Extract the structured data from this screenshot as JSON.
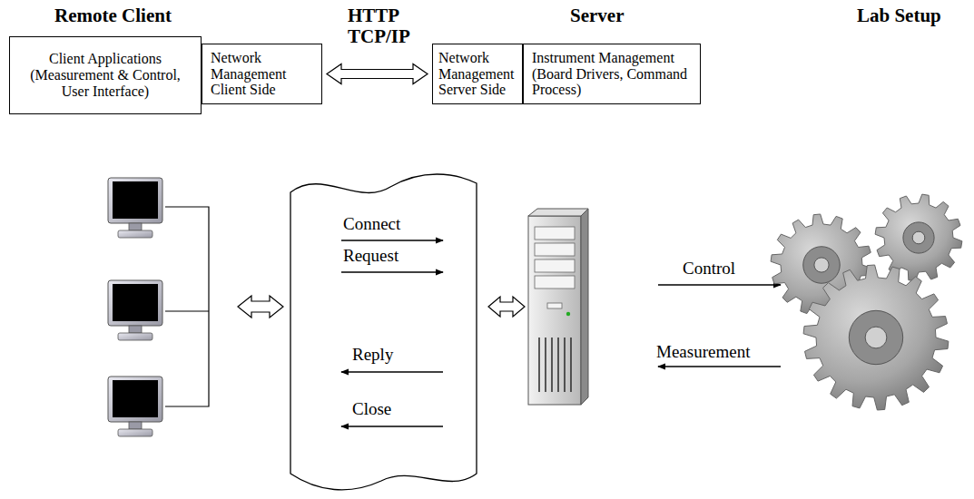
{
  "diagram": {
    "nodes": [
      {
        "text": [
          "Client Applications (Measurement & Control, User Interface)"
        ]
      },
      {
        "text": [
          "Network Management Client Side"
        ]
      },
      {
        "text": [
          "Network Management Server Side"
        ]
      },
      {
        "text": [
          "Instrument Management (Board Drivers, Command Process)"
        ]
      }
    ],
    "edges": [
      {
        "from": 1,
        "to": 2,
        "arrow": "both"
      }
    ],
    "labels": [
      "Remote Client",
      "HTTP",
      "TCP/IP",
      "Server",
      "Lab Setup",
      "Connect",
      "Request",
      "Reply",
      "Close",
      "Control",
      "Measurement"
    ]
  }
}
